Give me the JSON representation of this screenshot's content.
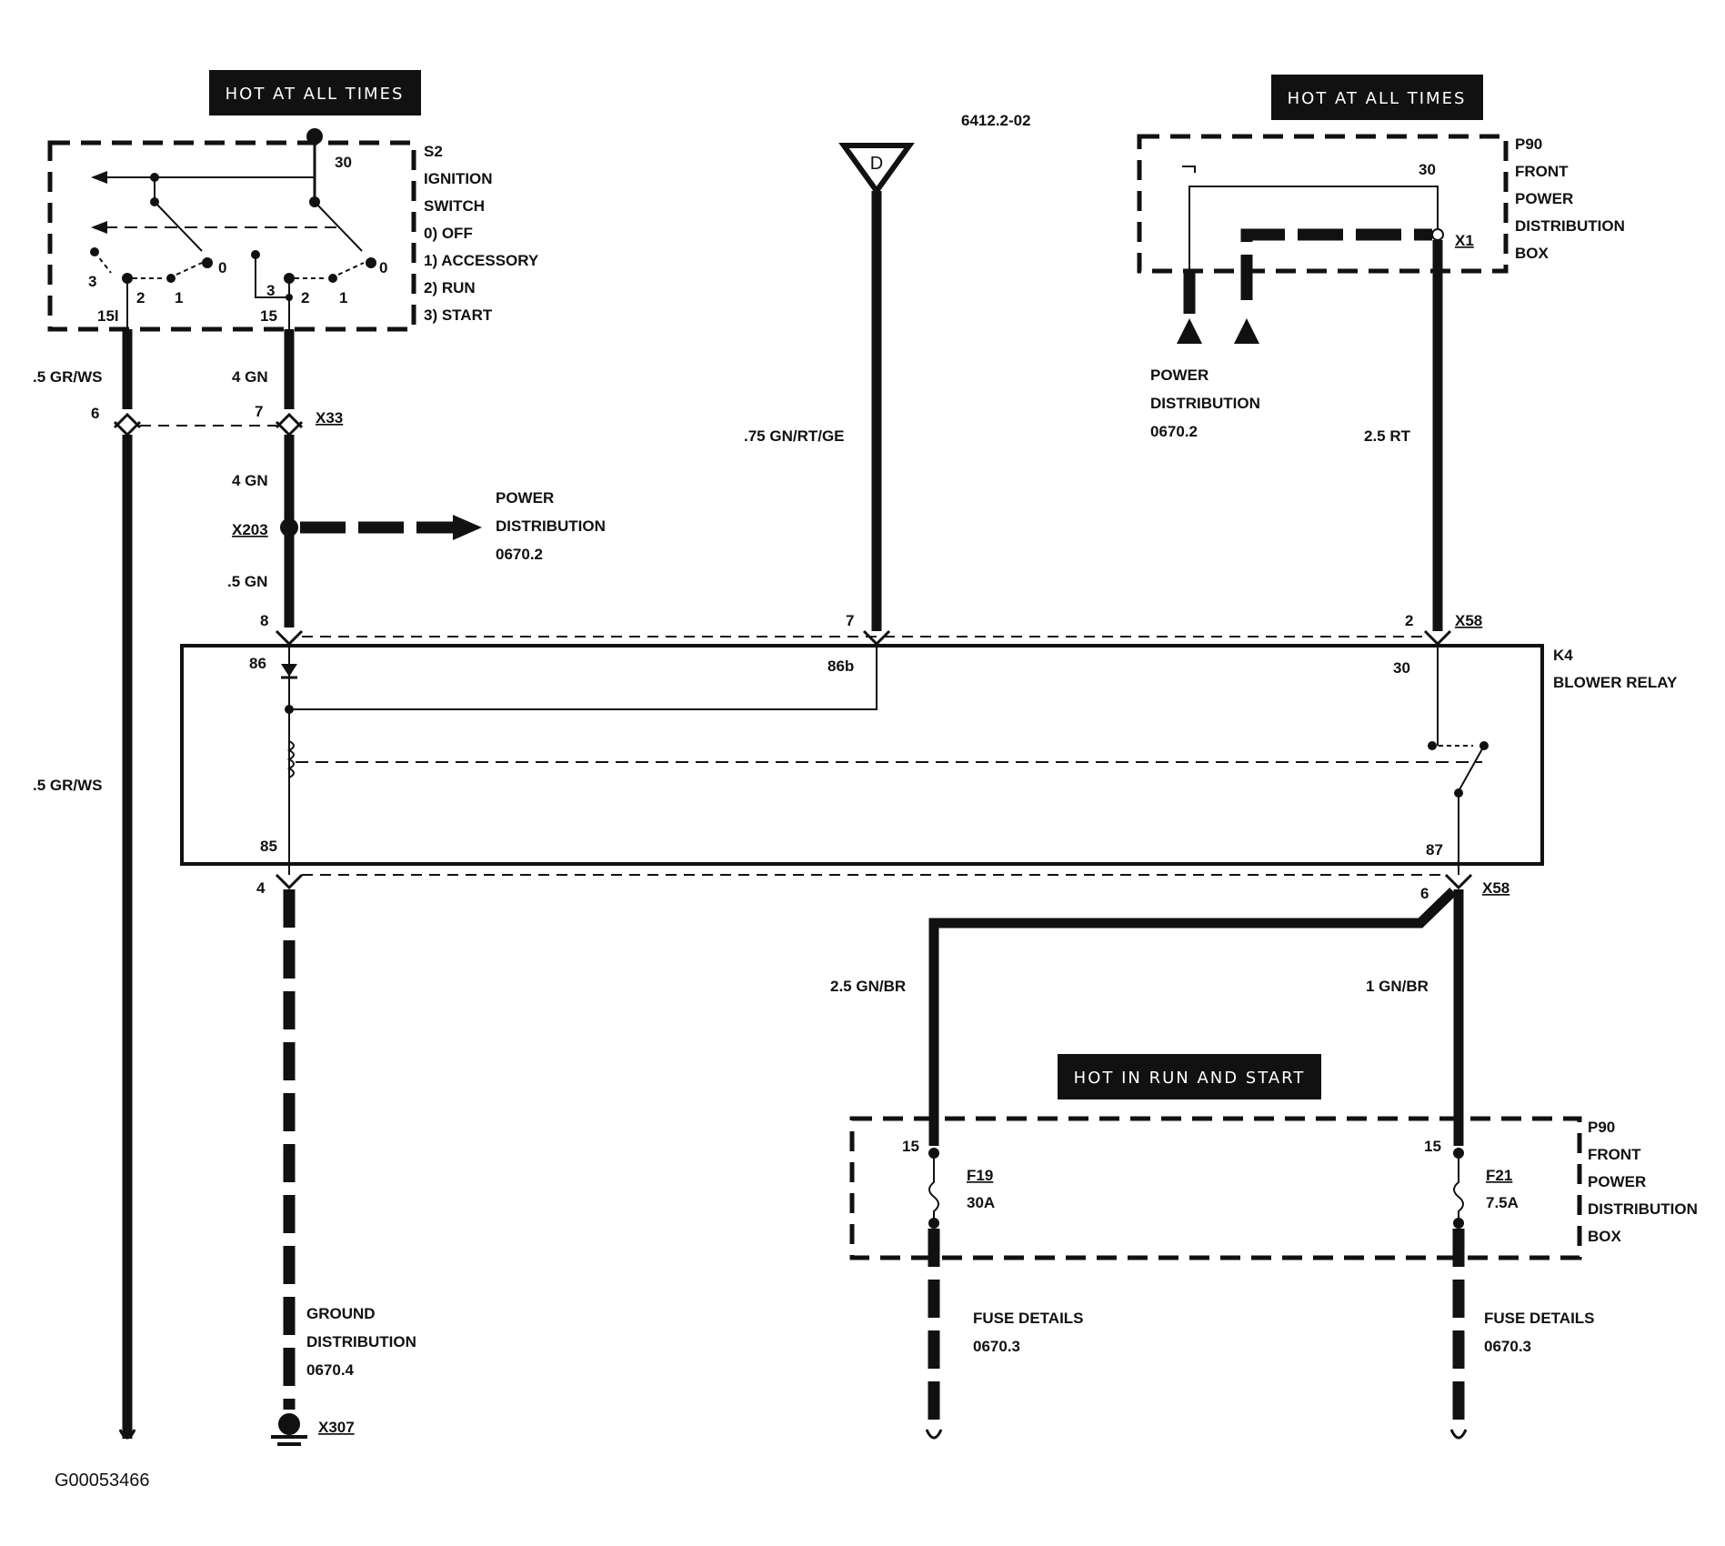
{
  "diagram_id": "6412.2-02",
  "image_code": "G00053466",
  "banners": {
    "left": "HOT AT ALL TIMES",
    "right": "HOT AT ALL TIMES",
    "bottom": "HOT IN RUN AND START"
  },
  "ignition_switch": {
    "id": "S2",
    "name_line1": "IGNITION",
    "name_line2": "SWITCH",
    "positions": [
      "0)  OFF",
      "1)  ACCESSORY",
      "2)  RUN",
      "3)  START"
    ],
    "terminal_30": "30",
    "terminal_15l": "15l",
    "terminal_15": "15",
    "contact_labels": {
      "n3": "3",
      "n2": "2",
      "n1": "1",
      "n0": "0"
    }
  },
  "front_box_top": {
    "id": "P90",
    "lines": [
      "FRONT",
      "POWER",
      "DISTRIBUTION",
      "BOX"
    ],
    "terminal_30": "30",
    "connector": "X1"
  },
  "front_box_bottom": {
    "id": "P90",
    "lines": [
      "FRONT",
      "POWER",
      "DISTRIBUTION",
      "BOX"
    ]
  },
  "wires": {
    "gr_ws_top": ".5 GR/WS",
    "gr_ws_mid": ".5 GR/WS",
    "gn4_top": "4 GN",
    "gn4_mid": "4 GN",
    "gn05": ".5 GN",
    "gn_rt_ge": ".75 GN/RT/GE",
    "rt25": "2.5 RT",
    "gn_br25": "2.5 GN/BR",
    "gn_br1": "1 GN/BR"
  },
  "connectors": {
    "x33": "X33",
    "x203": "X203",
    "x58_top": "X58",
    "x58_bottom": "X58",
    "x307": "X307"
  },
  "pins": {
    "x33_left": "6",
    "x33_right": "7",
    "x58_pin8": "8",
    "x58_pin7": "7",
    "x58_pin2": "2",
    "x58_pin4": "4",
    "x58_pin6": "6"
  },
  "relay": {
    "id": "K4",
    "name": "BLOWER RELAY",
    "pin86": "86",
    "pin86b": "86b",
    "pin30": "30",
    "pin85": "85",
    "pin87": "87"
  },
  "references": {
    "power_dist_mid": [
      "POWER",
      "DISTRIBUTION",
      "0670.2"
    ],
    "power_dist_top": [
      "POWER",
      "DISTRIBUTION",
      "0670.2"
    ],
    "ground_dist": [
      "GROUND",
      "DISTRIBUTION",
      "0670.4"
    ],
    "fuse_details_left": [
      "FUSE DETAILS",
      "0670.3"
    ],
    "fuse_details_right": [
      "FUSE DETAILS",
      "0670.3"
    ]
  },
  "connector_symbol_letter": "D",
  "fuses": {
    "f19": {
      "id": "F19",
      "rating": "30A",
      "terminal": "15"
    },
    "f21": {
      "id": "F21",
      "rating": "7.5A",
      "terminal": "15"
    }
  }
}
